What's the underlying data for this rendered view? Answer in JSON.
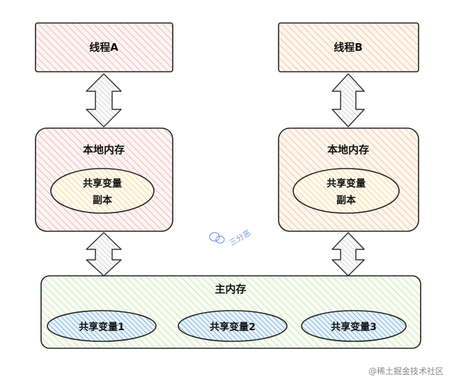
{
  "thread_a": {
    "title": "线程A"
  },
  "thread_b": {
    "title": "线程B"
  },
  "local_memory_a": {
    "title": "本地内存",
    "copy_label_line1": "共享变量",
    "copy_label_line2": "副本"
  },
  "local_memory_b": {
    "title": "本地内存",
    "copy_label_line1": "共享变量",
    "copy_label_line2": "副本"
  },
  "main_memory": {
    "title": "主内存",
    "variables": [
      "共享变量1",
      "共享变量2",
      "共享变量3"
    ]
  },
  "watermark": {
    "text": "三分恶"
  },
  "footer": {
    "text": "@稀土掘金技术社区"
  },
  "colors": {
    "thread_a_fill": "#f6d5d5",
    "thread_b_fill": "#f7ddc4",
    "local_a_fill": "#f6d5d5",
    "local_b_fill": "#f7ddc4",
    "copy_fill": "#fbeecb",
    "main_fill": "#e6f2d9",
    "var_fill": "#a8cde8",
    "arrow_fill": "#dfe3e8"
  }
}
